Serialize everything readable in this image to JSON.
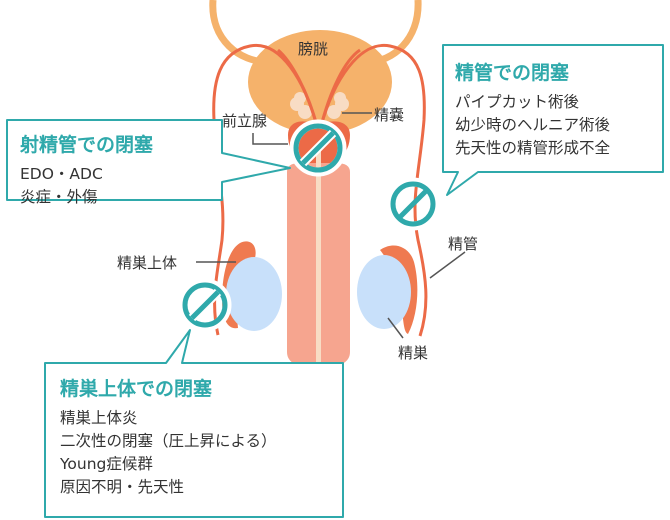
{
  "labels": {
    "bladder": "膀胱",
    "prostate": "前立腺",
    "seminal_vesicle": "精嚢",
    "epididymis": "精巣上体",
    "vas_deferens": "精管",
    "testis": "精巣"
  },
  "callouts": {
    "ejaculatory_duct": {
      "title": "射精管での閉塞",
      "lines": [
        "EDO・ADC",
        "炎症・外傷"
      ]
    },
    "vas": {
      "title": "精管での閉塞",
      "lines": [
        "パイプカット術後",
        "幼少時のヘルニア術後",
        "先天性の精管形成不全"
      ]
    },
    "epididymis": {
      "title": "精巣上体での閉塞",
      "lines": [
        "精巣上体炎",
        "二次性の閉塞（圧上昇による）",
        "Young症候群",
        "原因不明・先天性"
      ]
    }
  },
  "colors": {
    "accent": "#2fa9ab",
    "bladder": "#f5b26b",
    "duct": "#ec6a47",
    "testis": "#c8e0fa"
  }
}
